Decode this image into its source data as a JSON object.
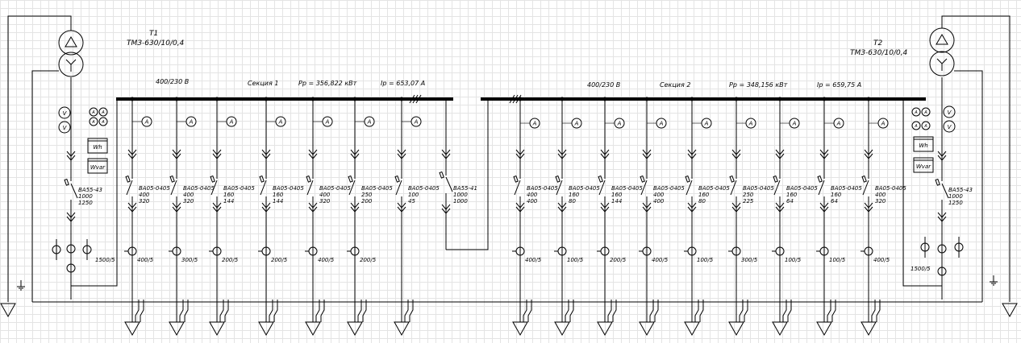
{
  "transformers": {
    "t1": {
      "name": "Т1",
      "model": "ТМЗ-630/10/0,4"
    },
    "t2": {
      "name": "Т2",
      "model": "ТМЗ-630/10/0,4"
    }
  },
  "sections": [
    {
      "voltage": "400/230 В",
      "name": "Секция 1",
      "power": "Рр = 356,822 кВт",
      "current": "Iр = 653,07 А"
    },
    {
      "voltage": "400/230 В",
      "name": "Секция 2",
      "power": "Рр = 348,156 кВт",
      "current": "Iр = 659,75 А"
    }
  ],
  "meter_labels": {
    "ammeter": "A",
    "voltmeter": "V",
    "wh": "Wh",
    "wvar": "Wvar"
  },
  "inputs": [
    {
      "breaker": [
        "ВА55-43",
        "1000",
        "1250"
      ],
      "ct": "1500/5"
    },
    {
      "breaker": [
        "ВА55-43",
        "1000",
        "1250"
      ],
      "ct": "1500/5"
    }
  ],
  "sectional": {
    "breaker": [
      "ВА55-41",
      "1000",
      "1000"
    ]
  },
  "feeders_s1": [
    {
      "breaker": [
        "ВА05-0405",
        "400",
        "320"
      ],
      "ct": "400/5"
    },
    {
      "breaker": [
        "ВА05-0405",
        "400",
        "320"
      ],
      "ct": "300/5"
    },
    {
      "breaker": [
        "ВА05-0405",
        "160",
        "144"
      ],
      "ct": "200/5"
    },
    {
      "breaker": [
        "ВА05-0405",
        "160",
        "144"
      ],
      "ct": "200/5"
    },
    {
      "breaker": [
        "ВА05-0405",
        "400",
        "320"
      ],
      "ct": "400/5"
    },
    {
      "breaker": [
        "ВА05-0405",
        "250",
        "200"
      ],
      "ct": "200/5"
    },
    {
      "breaker": [
        "ВА05-0405",
        "100",
        "45"
      ],
      "ct": ""
    }
  ],
  "feeders_s2": [
    {
      "breaker": [
        "ВА05-0405",
        "400",
        "400"
      ],
      "ct": "400/5"
    },
    {
      "breaker": [
        "ВА05-0405",
        "160",
        "80"
      ],
      "ct": "100/5"
    },
    {
      "breaker": [
        "ВА05-0405",
        "160",
        "144"
      ],
      "ct": "200/5"
    },
    {
      "breaker": [
        "ВА05-0405",
        "400",
        "400"
      ],
      "ct": "400/5"
    },
    {
      "breaker": [
        "ВА05-0405",
        "160",
        "80"
      ],
      "ct": "100/5"
    },
    {
      "breaker": [
        "ВА05-0405",
        "250",
        "225"
      ],
      "ct": "300/5"
    },
    {
      "breaker": [
        "ВА05-0405",
        "160",
        "64"
      ],
      "ct": "100/5"
    },
    {
      "breaker": [
        "ВА05-0405",
        "160",
        "64"
      ],
      "ct": "100/5"
    },
    {
      "breaker": [
        "ВА05-0405",
        "400",
        "320"
      ],
      "ct": "400/5"
    }
  ]
}
